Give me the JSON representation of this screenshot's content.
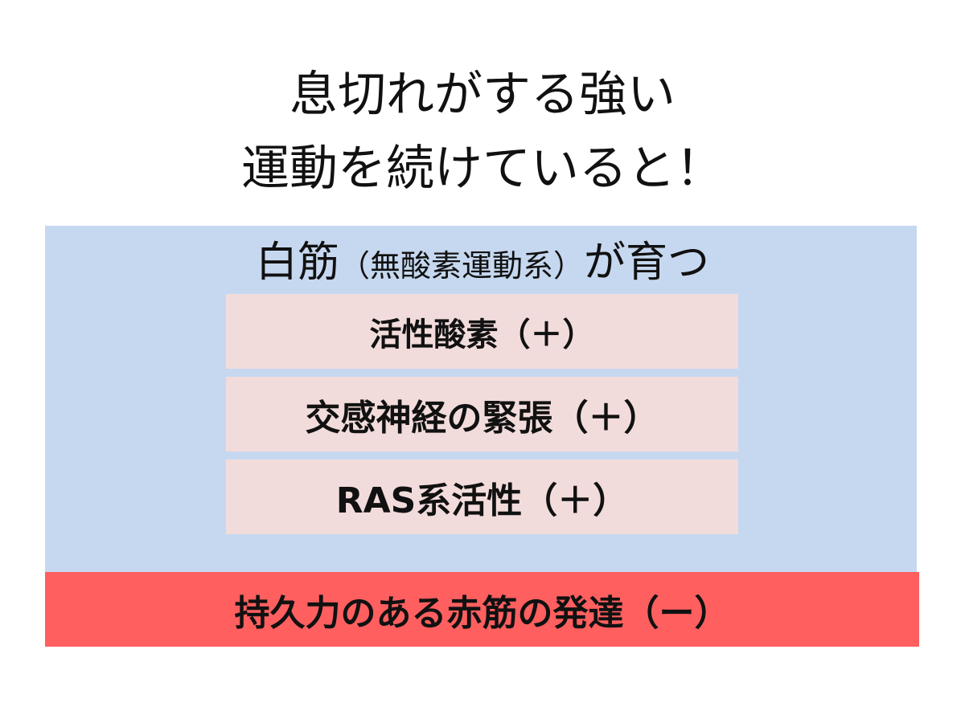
{
  "title": {
    "line1": "息切れがする強い",
    "line2": "運動を続けていると！"
  },
  "panel": {
    "heading_main": "白筋",
    "heading_paren": "（無酸素運動系）",
    "heading_tail": "が育つ",
    "effects": [
      "活性酸素（＋）",
      "交感神経の緊張（＋）",
      "RAS系活性（＋）"
    ]
  },
  "result": {
    "label": "持久力のある赤筋の発達（ー）"
  },
  "colors": {
    "panel_bg": "#c6d8f0",
    "effect_bg": "#f2dcdb",
    "result_bg": "#ff5f5f"
  }
}
